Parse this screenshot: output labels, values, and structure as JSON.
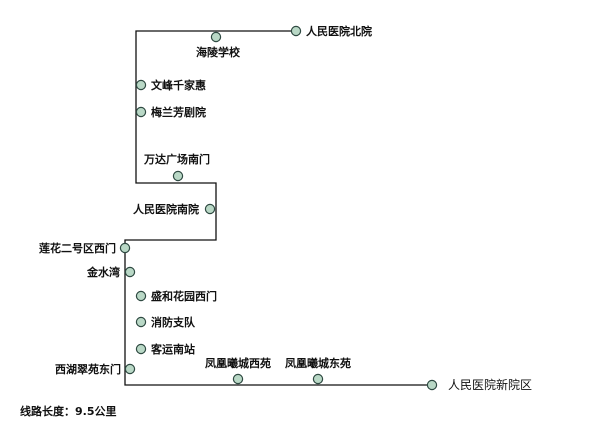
{
  "colors": {
    "line": "#111111",
    "stop_fill": "#b9d8c6",
    "stop_stroke": "#2f4a42",
    "text": "#111111"
  },
  "stations": [
    {
      "id": "s1",
      "name": "人民医院北院"
    },
    {
      "id": "s2",
      "name": "海陵学校"
    },
    {
      "id": "s3",
      "name": "文峰千家惠"
    },
    {
      "id": "s4",
      "name": "梅兰芳剧院"
    },
    {
      "id": "s5",
      "name": "万达广场南门"
    },
    {
      "id": "s6",
      "name": "人民医院南院"
    },
    {
      "id": "s7",
      "name": "莲花二号区西门"
    },
    {
      "id": "s8",
      "name": "金水湾"
    },
    {
      "id": "s9",
      "name": "盛和花园西门"
    },
    {
      "id": "s10",
      "name": "消防支队"
    },
    {
      "id": "s11",
      "name": "客运南站"
    },
    {
      "id": "s12",
      "name": "西湖翠苑东门"
    },
    {
      "id": "s13",
      "name": "凤凰曦城西苑"
    },
    {
      "id": "s14",
      "name": "凤凰曦城东苑"
    },
    {
      "id": "s15",
      "name": "人民医院新院区"
    }
  ],
  "footer": {
    "route_length": "线路长度：9.5公里"
  }
}
